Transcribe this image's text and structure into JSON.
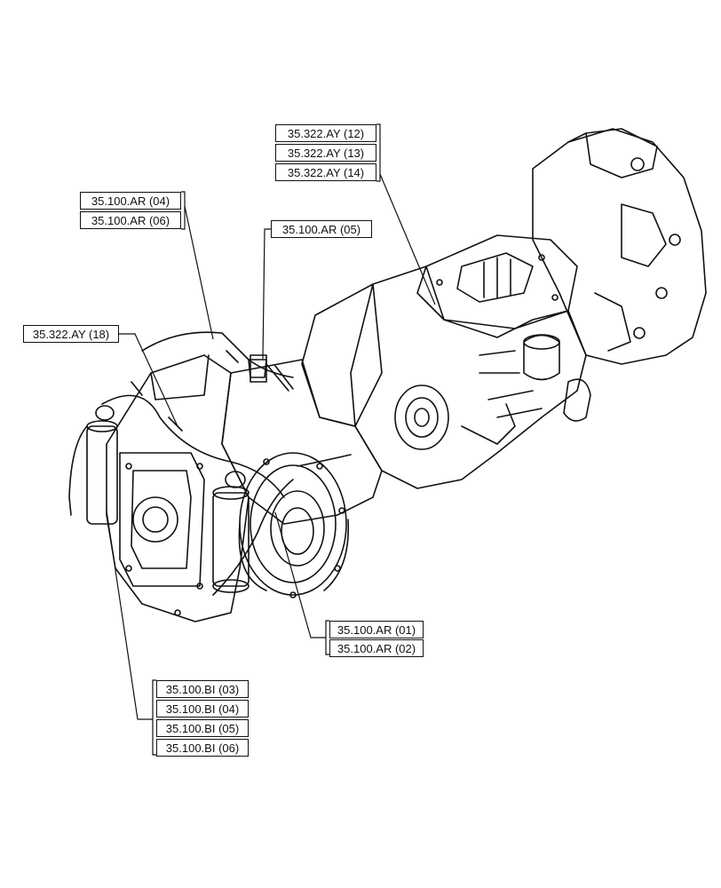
{
  "diagram": {
    "callouts": [
      {
        "id": "g1",
        "labels": [
          "35.322.AY (12)",
          "35.322.AY (13)",
          "35.322.AY (14)"
        ]
      },
      {
        "id": "g2",
        "labels": [
          "35.100.AR (04)",
          "35.100.AR (06)"
        ]
      },
      {
        "id": "g3",
        "labels": [
          "35.100.AR (05)"
        ]
      },
      {
        "id": "g4",
        "labels": [
          "35.322.AY (18)"
        ]
      },
      {
        "id": "g5",
        "labels": [
          "35.100.AR (01)",
          "35.100.AR (02)"
        ]
      },
      {
        "id": "g6",
        "labels": [
          "35.100.BI (03)",
          "35.100.BI (04)",
          "35.100.BI (05)",
          "35.100.BI (06)"
        ]
      }
    ]
  }
}
